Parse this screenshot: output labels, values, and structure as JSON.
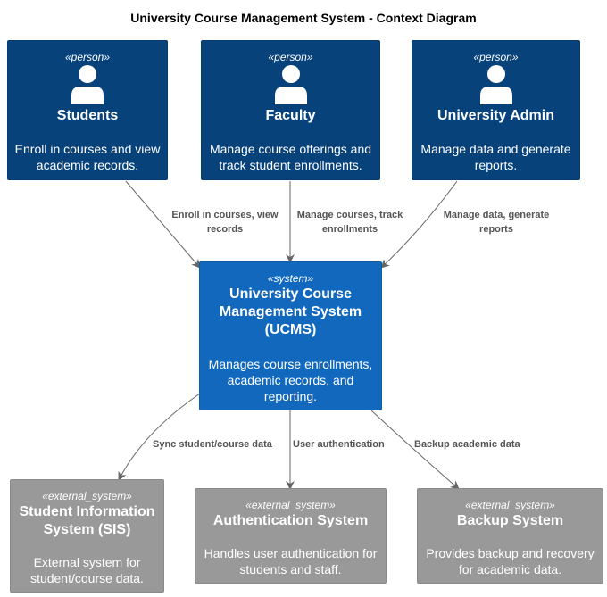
{
  "diagram": {
    "title": "University Course Management System - Context Diagram"
  },
  "nodes": {
    "students": {
      "stereotype": "«person»",
      "name": "Students",
      "description": [
        "Enroll in courses and view",
        "academic records."
      ]
    },
    "faculty": {
      "stereotype": "«person»",
      "name": "Faculty",
      "description": [
        "Manage course offerings and",
        "track student enrollments."
      ]
    },
    "admin": {
      "stereotype": "«person»",
      "name": "University Admin",
      "description": [
        "Manage data and generate",
        "reports."
      ]
    },
    "ucms": {
      "stereotype": "«system»",
      "name": [
        "University Course",
        "Management System",
        "(UCMS)"
      ],
      "description": [
        "Manages course enrollments,",
        "academic records, and",
        "reporting."
      ]
    },
    "sis": {
      "stereotype": "«external_system»",
      "name": [
        "Student Information",
        "System (SIS)"
      ],
      "description": [
        "External system for",
        "student/course data."
      ]
    },
    "auth": {
      "stereotype": "«external_system»",
      "name": "Authentication System",
      "description": [
        "Handles user authentication for",
        "students and staff."
      ]
    },
    "backup": {
      "stereotype": "«external_system»",
      "name": "Backup System",
      "description": [
        "Provides backup and recovery",
        "for academic data."
      ]
    }
  },
  "edges": {
    "students_ucms": [
      "Enroll in courses, view",
      "records"
    ],
    "faculty_ucms": [
      "Manage courses, track",
      "enrollments"
    ],
    "admin_ucms": [
      "Manage data, generate",
      "reports"
    ],
    "ucms_sis": "Sync student/course data",
    "ucms_auth": "User authentication",
    "ucms_backup": "Backup academic data"
  },
  "colors": {
    "person": "#08427b",
    "system": "#1168bd",
    "external_system": "#999999",
    "edge": "#666666",
    "edge_label": "#555555"
  }
}
